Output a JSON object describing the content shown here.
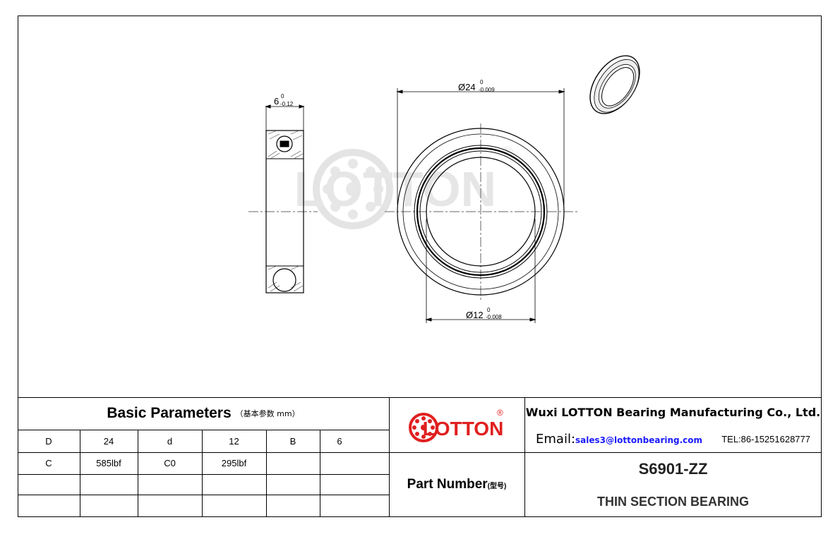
{
  "drawing": {
    "width_dim": {
      "main": "6",
      "upper": "0",
      "lower": "-0.12"
    },
    "outer_dim": {
      "main": "Ø24",
      "upper": "0",
      "lower": "-0.009"
    },
    "inner_dim": {
      "main": "Ø12",
      "upper": "0",
      "lower": "-0.008"
    },
    "watermark": "LOTTON",
    "registered_mark": "®"
  },
  "params": {
    "title": "Basic Parameters",
    "subtitle": "（基本参数 mm）",
    "rows": [
      [
        "D",
        "24",
        "d",
        "12",
        "B",
        "6"
      ],
      [
        "C",
        "585lbf",
        "C0",
        "295lbf",
        "",
        ""
      ],
      [
        "",
        "",
        "",
        "",
        "",
        ""
      ],
      [
        "",
        "",
        "",
        "",
        "",
        ""
      ]
    ]
  },
  "logo": {
    "text": "LOTTON",
    "mark": "®"
  },
  "company": {
    "name": "Wuxi LOTTON Bearing Manufacturing Co., Ltd.",
    "email_label": "Email:",
    "email": "sales3@lottonbearing.com",
    "tel": "TEL:86-15251628777"
  },
  "part": {
    "label": "Part Number",
    "label_cn": "(型号)",
    "model": "S6901-ZZ",
    "description": "THIN SECTION BEARING"
  },
  "colors": {
    "brand_red": "#e02020",
    "email_blue": "#1a1aff",
    "watermark": "#d9d9d9"
  }
}
